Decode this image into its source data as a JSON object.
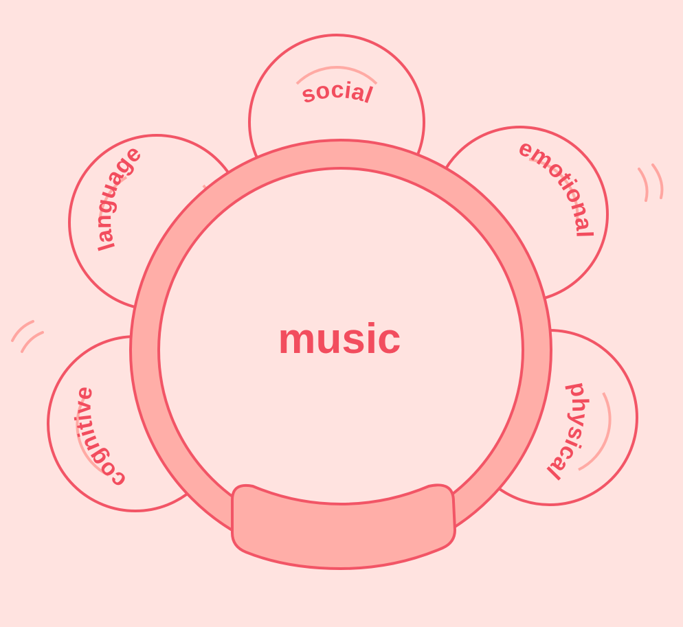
{
  "center": {
    "label": "music"
  },
  "jingles": [
    {
      "id": "social",
      "label": "social"
    },
    {
      "id": "language",
      "label": "language"
    },
    {
      "id": "emotional",
      "label": "emotional"
    },
    {
      "id": "cognitive",
      "label": "cognitive"
    },
    {
      "id": "physical",
      "label": "physical"
    }
  ],
  "colors": {
    "background": "#ffe3e0",
    "stroke": "#f25566",
    "ring_fill": "#ffaea8",
    "arc_accent": "#ffaaa4",
    "text": "#f24d5e"
  },
  "icons": [
    "vibration-lines-icon",
    "handle-grip-icon"
  ]
}
